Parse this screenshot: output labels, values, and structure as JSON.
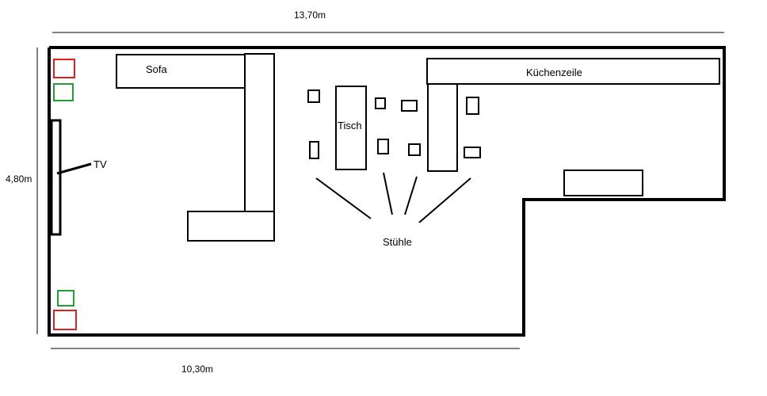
{
  "dimensions": {
    "top": "13,70m",
    "left": "4,80m",
    "bottom": "10,30m"
  },
  "labels": {
    "sofa": "Sofa",
    "kitchen": "Küchenzeile",
    "table": "Tisch",
    "tv": "TV",
    "chairs": "Stühle"
  },
  "colors": {
    "wall": "#000000",
    "red_marker": "#e02020",
    "green_marker": "#22a033"
  }
}
